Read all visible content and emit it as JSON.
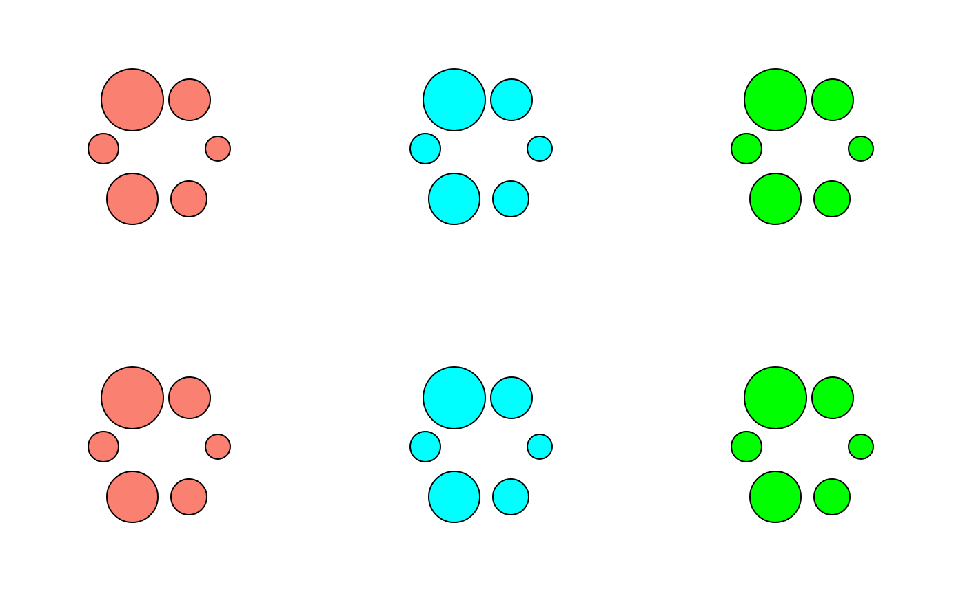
{
  "stroke_color": "#000000",
  "background_color": "#ffffff",
  "panels": [
    {
      "row": 1,
      "column": 1,
      "fill": "#fa8072"
    },
    {
      "row": 1,
      "column": 2,
      "fill": "#00ffff"
    },
    {
      "row": 1,
      "column": 3,
      "fill": "#00ff00"
    },
    {
      "row": 2,
      "column": 1,
      "fill": "#fa8072"
    },
    {
      "row": 2,
      "column": 2,
      "fill": "#00ffff"
    },
    {
      "row": 2,
      "column": 3,
      "fill": "#00ff00"
    }
  ]
}
